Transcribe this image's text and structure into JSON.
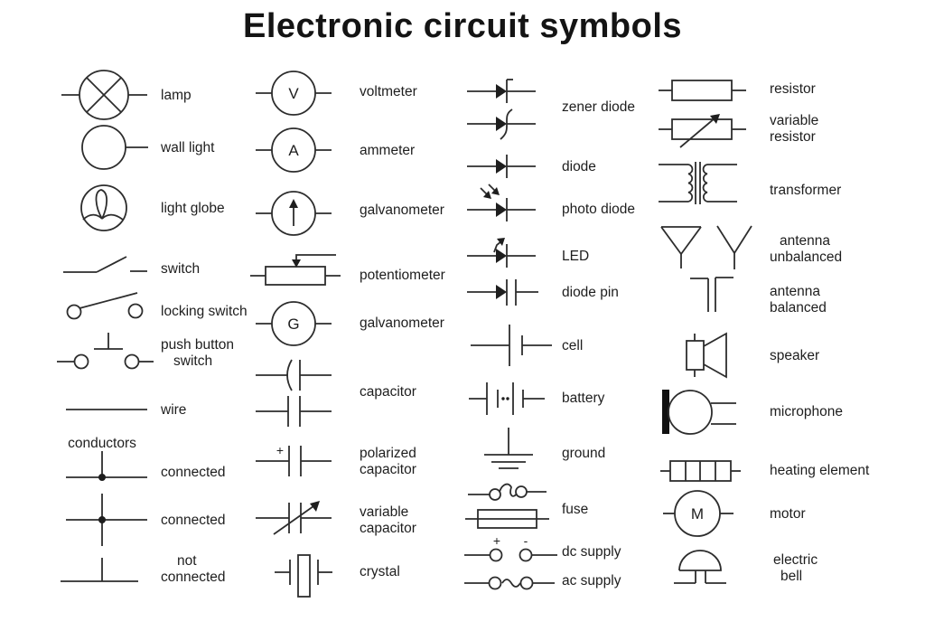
{
  "title": "Electronic circuit symbols",
  "colors": {
    "background": "#ffffff",
    "line": "#2d2d2d",
    "text": "#1e1e1e"
  },
  "columns": [
    {
      "items": [
        {
          "symbol": "lamp",
          "lines": [
            "lamp"
          ]
        },
        {
          "symbol": "wall-light",
          "lines": [
            "wall light"
          ]
        },
        {
          "symbol": "light-globe",
          "lines": [
            "light globe"
          ]
        },
        {
          "symbol": "switch",
          "lines": [
            "switch"
          ]
        },
        {
          "symbol": "locking-switch",
          "lines": [
            "locking switch"
          ]
        },
        {
          "symbol": "push-button-switch",
          "lines": [
            "push button",
            "switch"
          ]
        },
        {
          "symbol": "wire",
          "lines": [
            "wire"
          ]
        },
        {
          "symbol": "conductors-heading",
          "lines": [
            "conductors"
          ]
        },
        {
          "symbol": "conductors-connected-tee",
          "lines": [
            "connected"
          ]
        },
        {
          "symbol": "conductors-connected-cross",
          "lines": [
            "connected"
          ]
        },
        {
          "symbol": "conductors-not-connected",
          "lines": [
            "not",
            "connected"
          ]
        }
      ]
    },
    {
      "items": [
        {
          "symbol": "voltmeter",
          "lines": [
            "voltmeter"
          ],
          "letter": "V"
        },
        {
          "symbol": "ammeter",
          "lines": [
            "ammeter"
          ],
          "letter": "A"
        },
        {
          "symbol": "galvanometer-arrow",
          "lines": [
            "galvanometer"
          ]
        },
        {
          "symbol": "potentiometer",
          "lines": [
            "potentiometer"
          ]
        },
        {
          "symbol": "galvanometer",
          "lines": [
            "galvanometer"
          ],
          "letter": "G"
        },
        {
          "symbol": "capacitor",
          "lines": [
            "capacitor"
          ]
        },
        {
          "symbol": "polarized-capacitor",
          "lines": [
            "polarized",
            "capacitor"
          ],
          "plus_sign": "+"
        },
        {
          "symbol": "variable-capacitor",
          "lines": [
            "variable",
            "capacitor"
          ]
        },
        {
          "symbol": "crystal",
          "lines": [
            "crystal"
          ]
        }
      ]
    },
    {
      "items": [
        {
          "symbol": "zener-diode",
          "lines": [
            "zener diode"
          ]
        },
        {
          "symbol": "diode",
          "lines": [
            "diode"
          ]
        },
        {
          "symbol": "photo-diode",
          "lines": [
            "photo diode"
          ]
        },
        {
          "symbol": "led",
          "lines": [
            "LED"
          ]
        },
        {
          "symbol": "diode-pin",
          "lines": [
            "diode pin"
          ]
        },
        {
          "symbol": "cell",
          "lines": [
            "cell"
          ]
        },
        {
          "symbol": "battery",
          "lines": [
            "battery"
          ]
        },
        {
          "symbol": "ground",
          "lines": [
            "ground"
          ]
        },
        {
          "symbol": "fuse",
          "lines": [
            "fuse"
          ]
        },
        {
          "symbol": "dc-supply",
          "lines": [
            "dc supply"
          ],
          "plus_sign": "+",
          "minus_sign": "-"
        },
        {
          "symbol": "ac-supply",
          "lines": [
            "ac supply"
          ]
        }
      ]
    },
    {
      "items": [
        {
          "symbol": "resistor",
          "lines": [
            "resistor"
          ]
        },
        {
          "symbol": "variable-resistor",
          "lines": [
            "variable",
            "resistor"
          ]
        },
        {
          "symbol": "transformer",
          "lines": [
            "transformer"
          ]
        },
        {
          "symbol": "antenna-unbalanced",
          "lines": [
            "antenna",
            "unbalanced"
          ]
        },
        {
          "symbol": "antenna-balanced",
          "lines": [
            "antenna",
            "balanced"
          ]
        },
        {
          "symbol": "speaker",
          "lines": [
            "speaker"
          ]
        },
        {
          "symbol": "microphone",
          "lines": [
            "microphone"
          ]
        },
        {
          "symbol": "heating-element",
          "lines": [
            "heating element"
          ]
        },
        {
          "symbol": "motor",
          "lines": [
            "motor"
          ],
          "letter": "M"
        },
        {
          "symbol": "electric-bell",
          "lines": [
            "electric",
            "bell"
          ]
        }
      ]
    }
  ]
}
